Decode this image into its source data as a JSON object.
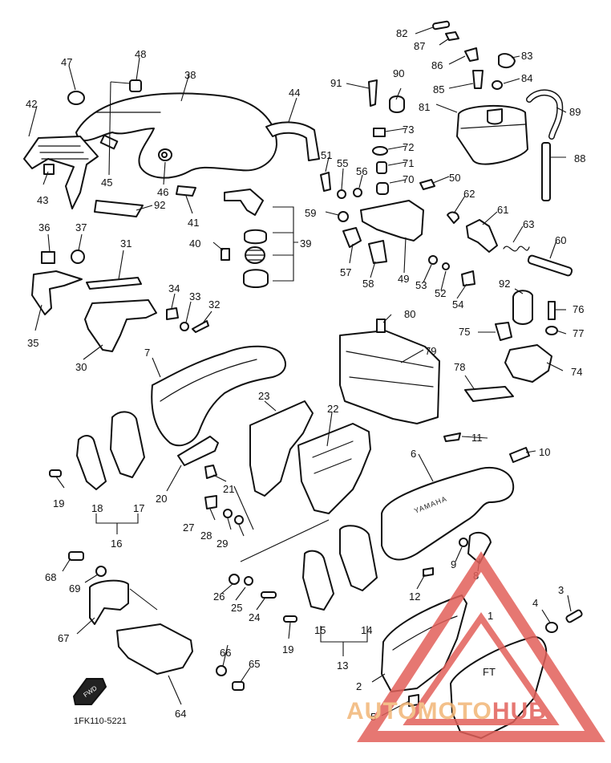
{
  "figure_code": "1FK110-5221",
  "front_arrow_label": "FWD",
  "embossed_brand": "YAMAHA",
  "side_cover_mark": "FT",
  "callouts": [
    "1",
    "2",
    "3",
    "4",
    "5",
    "6",
    "7",
    "8",
    "9",
    "10",
    "11",
    "12",
    "13",
    "14",
    "15",
    "16",
    "17",
    "18",
    "19",
    "20",
    "21",
    "22",
    "23",
    "24",
    "25",
    "26",
    "27",
    "28",
    "29",
    "30",
    "31",
    "32",
    "33",
    "34",
    "35",
    "36",
    "37",
    "38",
    "39",
    "40",
    "41",
    "42",
    "43",
    "44",
    "45",
    "46",
    "47",
    "48",
    "49",
    "50",
    "51",
    "52",
    "53",
    "54",
    "55",
    "56",
    "57",
    "58",
    "59",
    "60",
    "61",
    "62",
    "63",
    "64",
    "65",
    "66",
    "67",
    "68",
    "69",
    "70",
    "71",
    "72",
    "73",
    "74",
    "75",
    "76",
    "77",
    "78",
    "79",
    "80",
    "81",
    "82",
    "83",
    "84",
    "85",
    "86",
    "87",
    "88",
    "89",
    "90",
    "91",
    "92"
  ],
  "watermark": {
    "brand_part1": "AUTOMOTO",
    "brand_part2": "HUB",
    "color_primary": "#e2605a",
    "color_secondary": "#f2b676"
  }
}
